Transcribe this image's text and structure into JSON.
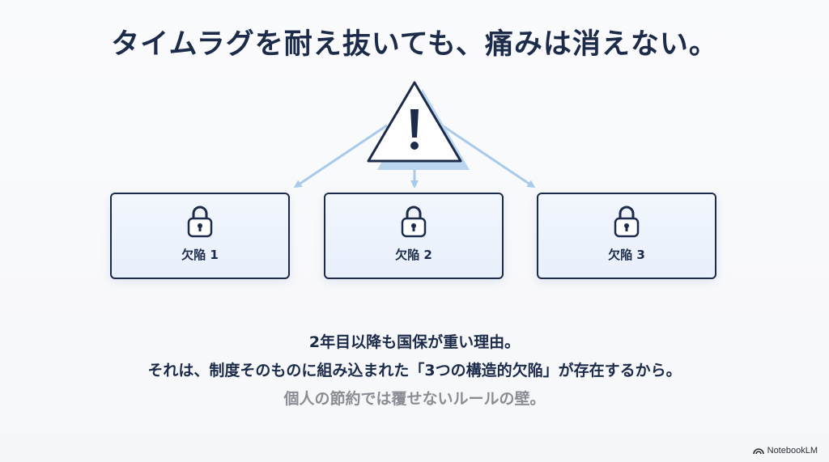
{
  "title": "タイムラグを耐え抜いても、痛みは消えない。",
  "cards": [
    {
      "label": "欠陥 1"
    },
    {
      "label": "欠陥 2"
    },
    {
      "label": "欠陥 3"
    }
  ],
  "body": {
    "line1": "2年目以降も国保が重い理由。",
    "line2": "それは、制度そのものに組み込まれた「3つの構造的欠陥」が存在するから。",
    "line3": "個人の節約では覆せないルールの壁。"
  },
  "watermark": "NotebookLM",
  "colors": {
    "navy": "#1c2b4a",
    "arrow": "#a9cbeb",
    "card_fill": "#eaf1fb",
    "muted_text": "#8a8d94"
  }
}
